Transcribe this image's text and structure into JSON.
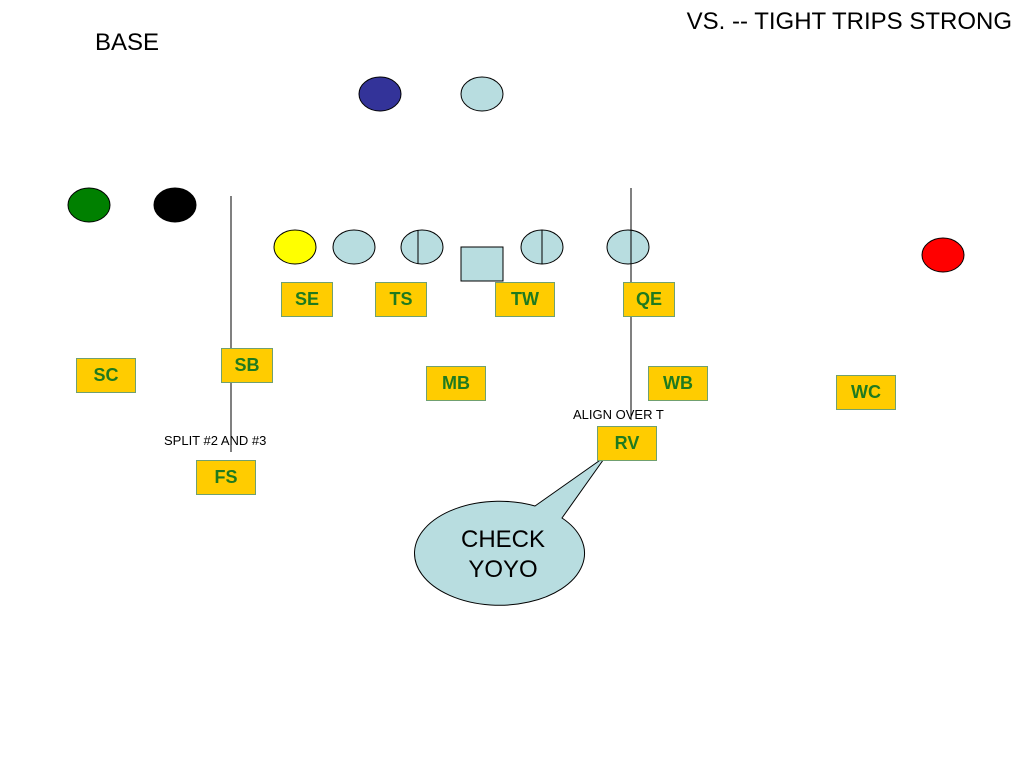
{
  "header": {
    "base_label": "BASE",
    "formation_title": "VS. --  TIGHT TRIPS STRONG"
  },
  "defenders": {
    "se": "SE",
    "ts": "TS",
    "tw": "TW",
    "qe": "QE",
    "sb": "SB",
    "sc": "SC",
    "mb": "MB",
    "wb": "WB",
    "wc": "WC",
    "rv": "RV",
    "fs": "FS"
  },
  "notes": {
    "split": "SPLIT #2 AND #3",
    "align": "ALIGN OVER T"
  },
  "callout": {
    "line1": "CHECK",
    "line2": "YOYO"
  },
  "colors": {
    "offense_fill": "#b8dde0",
    "qb_fill": "#333399",
    "x_receiver_fill": "#008000",
    "z_receiver_fill": "#000000",
    "y_fill": "#ffff00",
    "far_receiver_fill": "#ff0000",
    "defender_box_fill": "#ffcc00",
    "defender_text": "#1f7a1f",
    "callout_fill": "#b8dde0"
  }
}
